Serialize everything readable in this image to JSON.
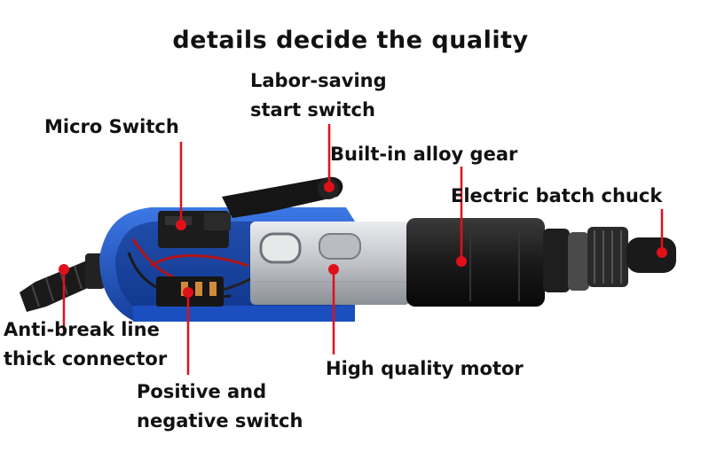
{
  "title": "details decide the quality",
  "callouts": {
    "labor_saving": [
      "Labor-saving",
      "start switch"
    ],
    "micro_switch": "Micro Switch",
    "alloy_gear": "Built-in alloy gear",
    "batch_chuck": "Electric batch chuck",
    "anti_break": [
      "Anti-break line",
      "thick connector"
    ],
    "motor": "High quality motor",
    "pos_neg_switch": [
      "Positive and",
      "negative switch"
    ]
  },
  "colors": {
    "callout_line": "#e0101a",
    "housing_blue": "#1f55c8",
    "motor_silver": "#c9ccd1",
    "gear_black": "#1b1b1b"
  }
}
